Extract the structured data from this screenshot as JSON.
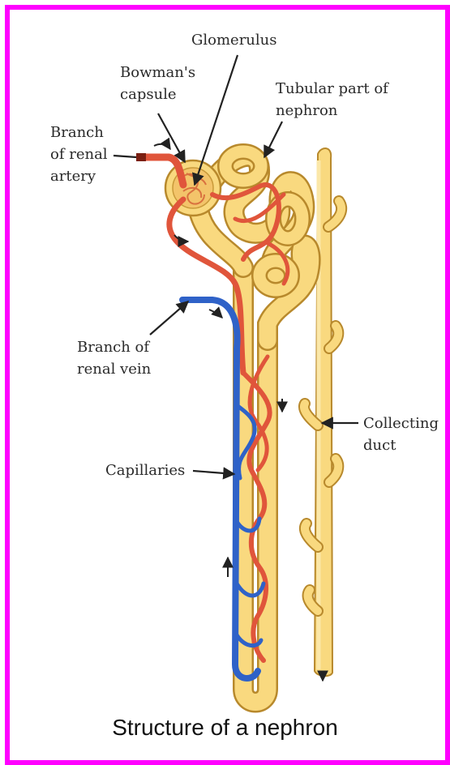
{
  "labels": {
    "glomerulus": "Glomerulus",
    "bowmans_capsule": [
      "Bowman's",
      "capsule"
    ],
    "tubular_part": [
      "Tubular part of",
      "nephron"
    ],
    "renal_artery": [
      "Branch",
      "of renal",
      "artery"
    ],
    "renal_vein": [
      "Branch of",
      "renal vein"
    ],
    "capillaries": "Capillaries",
    "collecting_duct": [
      "Collecting",
      "duct"
    ]
  },
  "caption": "Structure of a nephron",
  "colors": {
    "frame": "#ff00ff",
    "tubule_fill": "#f9d97f",
    "tubule_outline": "#b8892c",
    "artery": "#e0553b",
    "vein": "#2f62c8",
    "text": "#2a2a2a"
  }
}
